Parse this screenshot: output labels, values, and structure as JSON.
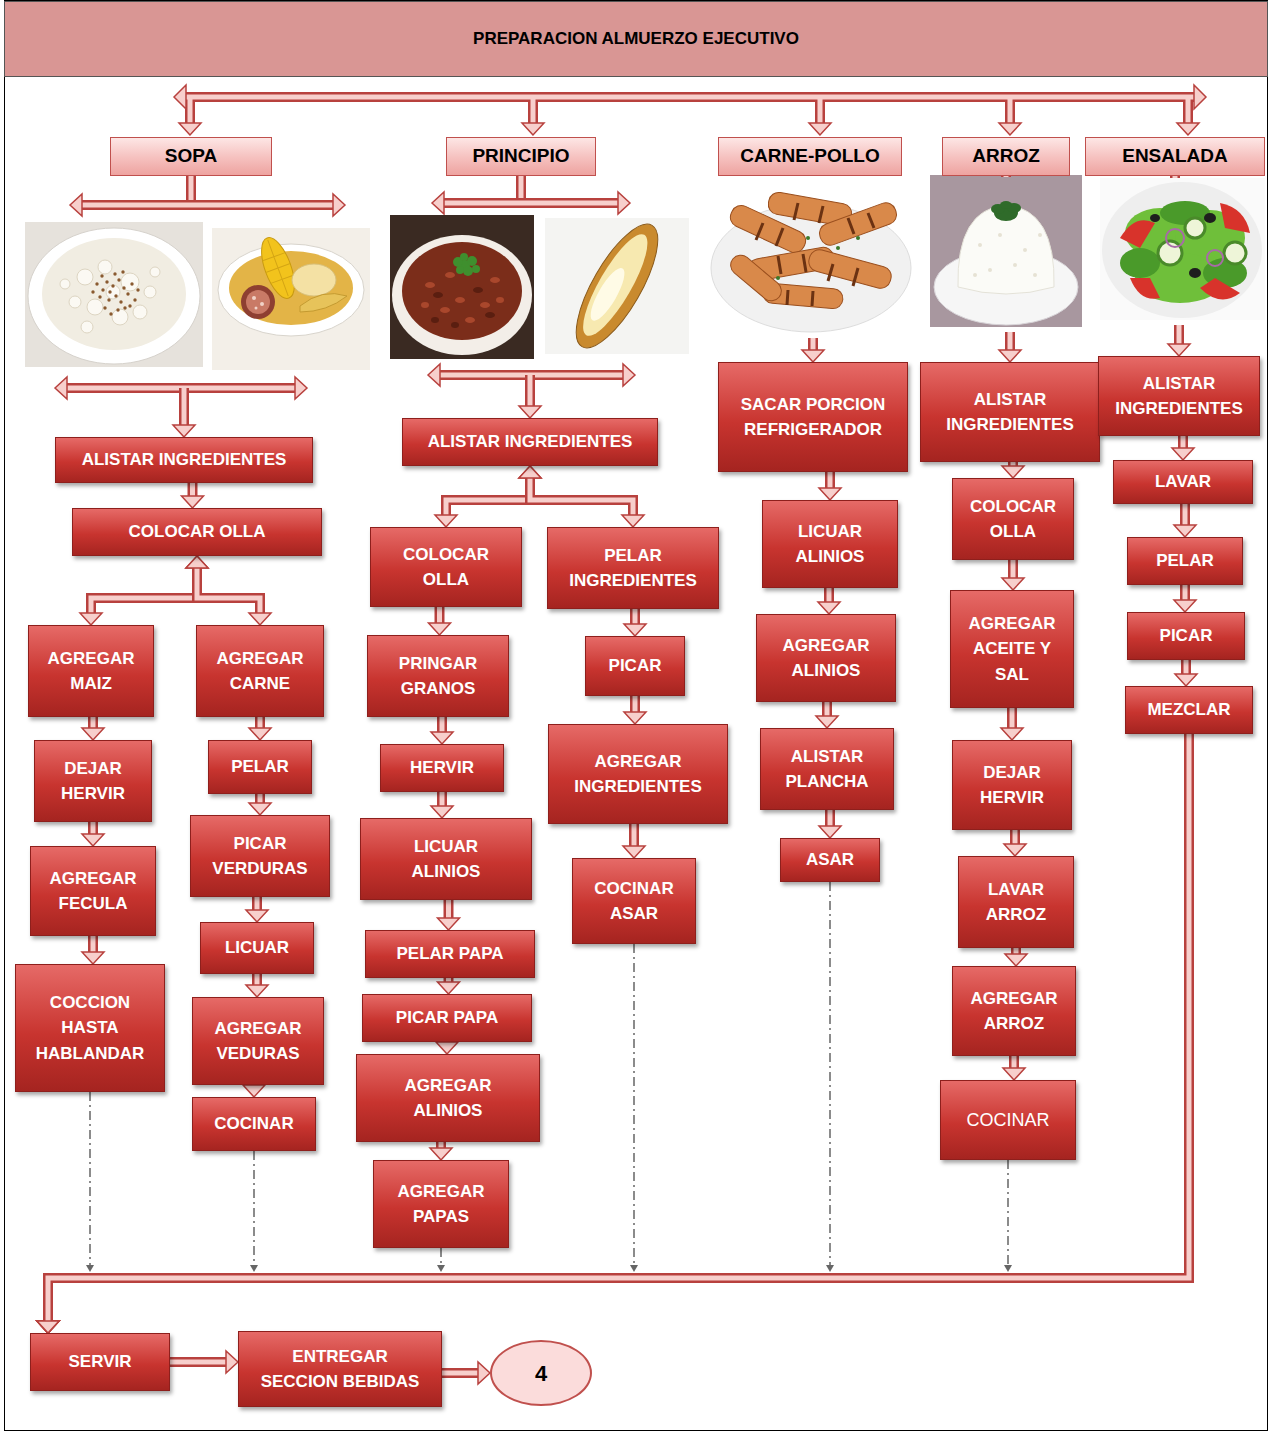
{
  "diagram": {
    "title": "PREPARACION ALMUERZO EJECUTIVO",
    "nodes": [
      {
        "text": [
          "SOPA"
        ]
      },
      {
        "text": [
          "PRINCIPIO"
        ]
      },
      {
        "text": [
          "CARNE-POLLO"
        ]
      },
      {
        "text": [
          "ARROZ"
        ]
      },
      {
        "text": [
          "ENSALADA"
        ]
      },
      {
        "text": [
          "ALISTAR INGREDIENTES"
        ]
      },
      {
        "text": [
          "COLOCAR OLLA"
        ]
      },
      {
        "text": [
          "AGREGAR MAIZ"
        ]
      },
      {
        "text": [
          "DEJAR HERVIR"
        ]
      },
      {
        "text": [
          "AGREGAR FECULA"
        ]
      },
      {
        "text": [
          "COCCION HASTA HABLANDAR"
        ]
      },
      {
        "text": [
          "AGREGAR CARNE"
        ]
      },
      {
        "text": [
          "PELAR"
        ]
      },
      {
        "text": [
          "PICAR VERDURAS"
        ]
      },
      {
        "text": [
          "LICUAR"
        ]
      },
      {
        "text": [
          "AGREGAR VEDURAS"
        ]
      },
      {
        "text": [
          "COCINAR"
        ]
      },
      {
        "text": [
          "ALISTAR INGREDIENTES"
        ]
      },
      {
        "text": [
          "COLOCAR OLLA"
        ]
      },
      {
        "text": [
          "PELAR INGREDIENTES"
        ]
      },
      {
        "text": [
          "PRINGAR GRANOS"
        ]
      },
      {
        "text": [
          "HERVIR"
        ]
      },
      {
        "text": [
          "LICUAR ALINIOS"
        ]
      },
      {
        "text": [
          "PELAR PAPA"
        ]
      },
      {
        "text": [
          "PICAR PAPA"
        ]
      },
      {
        "text": [
          "AGREGAR ALINIOS"
        ]
      },
      {
        "text": [
          "AGREGAR PAPAS"
        ]
      },
      {
        "text": [
          "PICAR"
        ]
      },
      {
        "text": [
          "AGREGAR INGREDIENTES"
        ]
      },
      {
        "text": [
          "COCINAR ASAR"
        ]
      },
      {
        "text": [
          "SACAR PORCION REFRIGERADOR"
        ]
      },
      {
        "text": [
          "LICUAR ALINIOS"
        ]
      },
      {
        "text": [
          "AGREGAR ALINIOS"
        ]
      },
      {
        "text": [
          "ALISTAR PLANCHA"
        ]
      },
      {
        "text": [
          "ASAR"
        ]
      },
      {
        "text": [
          "ALISTAR INGREDIENTES"
        ]
      },
      {
        "text": [
          "COLOCAR OLLA"
        ]
      },
      {
        "text": [
          "AGREGAR ACEITE Y SAL"
        ]
      },
      {
        "text": [
          "DEJAR HERVIR"
        ]
      },
      {
        "text": [
          "LAVAR ARROZ"
        ]
      },
      {
        "text": [
          "AGREGAR ARROZ"
        ]
      },
      {
        "text": [
          "COCINAR"
        ]
      },
      {
        "text": [
          "ALISTAR INGREDIENTES"
        ]
      },
      {
        "text": [
          "LAVAR"
        ]
      },
      {
        "text": [
          "PELAR"
        ]
      },
      {
        "text": [
          "PICAR"
        ]
      },
      {
        "text": [
          "MEZCLAR"
        ]
      },
      {
        "text": [
          "SERVIR"
        ]
      },
      {
        "text": [
          "ENTREGAR SECCION BEBIDAS"
        ]
      },
      {
        "text": [
          "4"
        ]
      }
    ],
    "edges": [
      {
        "from": 0,
        "to": 5,
        "arrow": "to"
      },
      {
        "from": 5,
        "to": 6,
        "arrow": "to"
      },
      {
        "from": 6,
        "to": 7,
        "arrow": "both"
      },
      {
        "from": 6,
        "to": 11,
        "arrow": "both"
      },
      {
        "from": 7,
        "to": 8,
        "arrow": "to"
      },
      {
        "from": 8,
        "to": 9,
        "arrow": "to"
      },
      {
        "from": 9,
        "to": 10,
        "arrow": "to"
      },
      {
        "from": 11,
        "to": 12,
        "arrow": "to"
      },
      {
        "from": 12,
        "to": 13,
        "arrow": "to"
      },
      {
        "from": 13,
        "to": 14,
        "arrow": "to"
      },
      {
        "from": 14,
        "to": 15,
        "arrow": "to"
      },
      {
        "from": 15,
        "to": 16,
        "arrow": "to"
      },
      {
        "from": 1,
        "to": 17,
        "arrow": "to"
      },
      {
        "from": 17,
        "to": 18,
        "arrow": "both"
      },
      {
        "from": 17,
        "to": 19,
        "arrow": "both"
      },
      {
        "from": 18,
        "to": 20,
        "arrow": "to"
      },
      {
        "from": 20,
        "to": 21,
        "arrow": "to"
      },
      {
        "from": 21,
        "to": 22,
        "arrow": "to"
      },
      {
        "from": 22,
        "to": 23,
        "arrow": "to"
      },
      {
        "from": 23,
        "to": 24,
        "arrow": "to"
      },
      {
        "from": 24,
        "to": 25,
        "arrow": "to"
      },
      {
        "from": 25,
        "to": 26,
        "arrow": "to"
      },
      {
        "from": 19,
        "to": 27,
        "arrow": "to"
      },
      {
        "from": 27,
        "to": 28,
        "arrow": "to"
      },
      {
        "from": 28,
        "to": 29,
        "arrow": "to"
      },
      {
        "from": 2,
        "to": 30,
        "arrow": "to"
      },
      {
        "from": 30,
        "to": 31,
        "arrow": "to"
      },
      {
        "from": 31,
        "to": 32,
        "arrow": "to"
      },
      {
        "from": 32,
        "to": 33,
        "arrow": "to"
      },
      {
        "from": 33,
        "to": 34,
        "arrow": "to"
      },
      {
        "from": 3,
        "to": 35,
        "arrow": "to"
      },
      {
        "from": 35,
        "to": 36,
        "arrow": "to"
      },
      {
        "from": 36,
        "to": 37,
        "arrow": "to"
      },
      {
        "from": 37,
        "to": 38,
        "arrow": "to"
      },
      {
        "from": 38,
        "to": 39,
        "arrow": "to"
      },
      {
        "from": 39,
        "to": 40,
        "arrow": "to"
      },
      {
        "from": 40,
        "to": 41,
        "arrow": "to"
      },
      {
        "from": 4,
        "to": 42,
        "arrow": "to"
      },
      {
        "from": 42,
        "to": 43,
        "arrow": "to"
      },
      {
        "from": 43,
        "to": 44,
        "arrow": "to"
      },
      {
        "from": 44,
        "to": 45,
        "arrow": "to"
      },
      {
        "from": 45,
        "to": 46,
        "arrow": "to"
      },
      {
        "from": 10,
        "to": 47,
        "arrow": "to"
      },
      {
        "from": 16,
        "to": 47,
        "arrow": "to"
      },
      {
        "from": 26,
        "to": 47,
        "arrow": "to"
      },
      {
        "from": 29,
        "to": 47,
        "arrow": "to"
      },
      {
        "from": 34,
        "to": 47,
        "arrow": "to"
      },
      {
        "from": 41,
        "to": 47,
        "arrow": "to"
      },
      {
        "from": 46,
        "to": 47,
        "arrow": "to"
      },
      {
        "from": 47,
        "to": 48,
        "arrow": "to"
      },
      {
        "from": 48,
        "to": 49,
        "arrow": "to"
      }
    ]
  }
}
